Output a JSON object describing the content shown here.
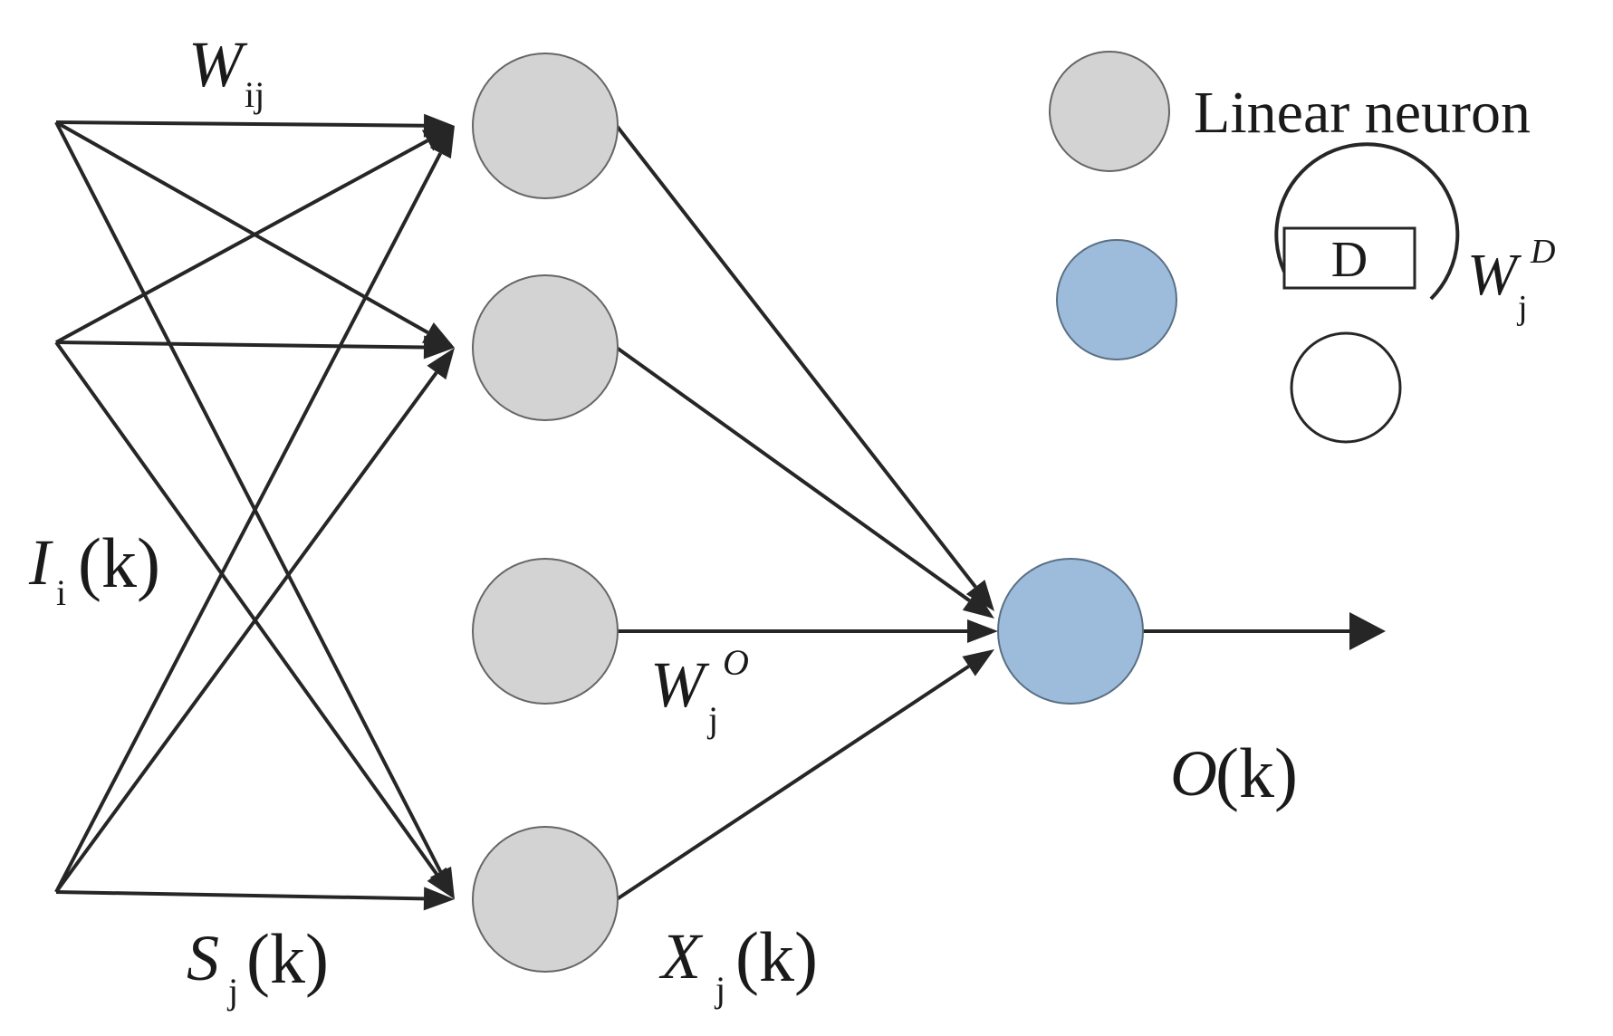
{
  "colors": {
    "linear_neuron_fill": "#d3d3d3",
    "recurrent_neuron_fill": "#9dbcdb",
    "edge": "#262626",
    "background": "#ffffff"
  },
  "labels": {
    "input_weight": {
      "main": "W",
      "sub": "ij"
    },
    "input": {
      "main": "I",
      "sub": "i",
      "arg": "(k)"
    },
    "context": {
      "main": "S",
      "sub": "j",
      "arg": "(k)"
    },
    "hidden": {
      "main": "X",
      "sub": "j",
      "arg": "(k)"
    },
    "output_weight": {
      "main": "W",
      "sub": "j",
      "sup": "O"
    },
    "output": {
      "main": "O",
      "arg": "(k)"
    }
  },
  "legend": {
    "linear_neuron": "Linear neuron",
    "delay_box": "D",
    "delay_weight": {
      "main": "W",
      "sub": "j",
      "sup": "D"
    }
  }
}
